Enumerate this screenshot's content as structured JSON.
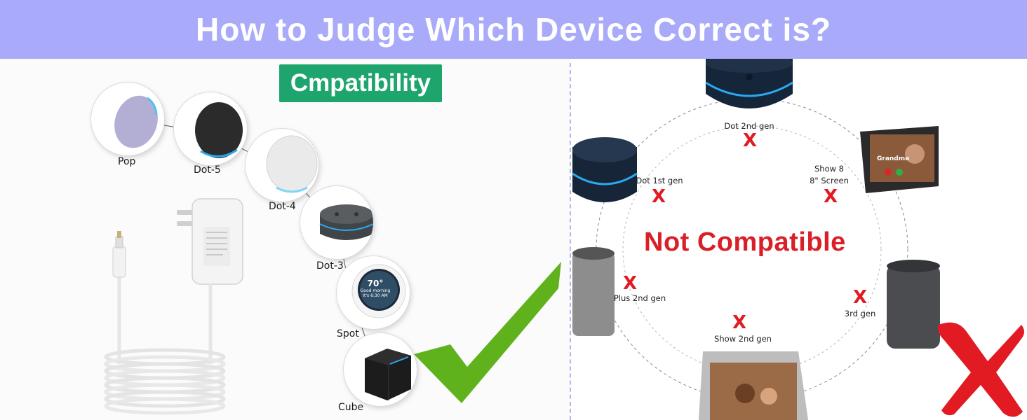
{
  "banner": {
    "title": "How to Judge Which Device Correct is?"
  },
  "compatible": {
    "badge": "Cmpatibility",
    "devices": [
      {
        "label": "Pop"
      },
      {
        "label": "Dot-5"
      },
      {
        "label": "Dot-4"
      },
      {
        "label": "Dot-3"
      },
      {
        "label": "Spot"
      },
      {
        "label": "Cube"
      }
    ],
    "spot_screen": {
      "temp": "70°",
      "line1": "Good morning",
      "line2": "It's 6:30 AM"
    }
  },
  "incompatible": {
    "title": "Not Compatible",
    "mark": "X",
    "devices": [
      {
        "label": "Dot 2nd gen"
      },
      {
        "label_line1": "Show 8",
        "label_line2": "8\" Screen"
      },
      {
        "label": "Dot 1st gen"
      },
      {
        "label": "Plus 2nd gen"
      },
      {
        "label": "3rd gen"
      },
      {
        "label": "Show 2nd gen"
      }
    ],
    "show8_screen": {
      "caller": "Grandma"
    }
  },
  "colors": {
    "banner": "#a9aaf9",
    "badge": "#1ea56e",
    "check": "#5fb21c",
    "cross": "#e21b23",
    "alexa_ring": "#2aa9f0"
  }
}
